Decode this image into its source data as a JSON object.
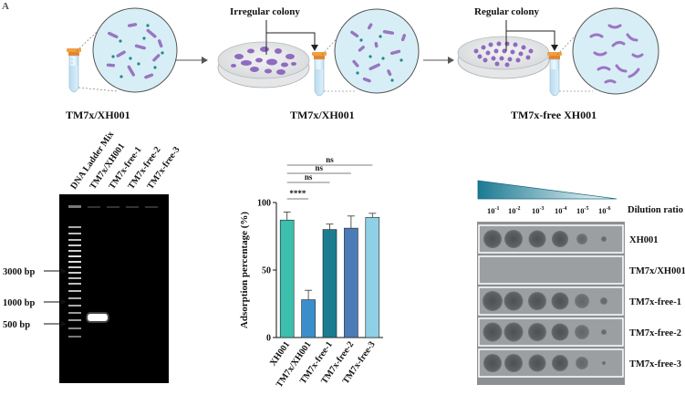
{
  "panels": {
    "a": {
      "letter": "A",
      "labels": [
        "TM7x/XH001",
        "TM7x/XH001",
        "TM7x-free XH001"
      ],
      "callouts": [
        "Irregular colony",
        "Regular colony"
      ]
    },
    "gel": {
      "lanes": [
        "DNA Ladder Mix",
        "TM7x/XH001",
        "TM7x-free-1",
        "TM7x-free-2",
        "TM7x-free-3"
      ],
      "markers": [
        "3000 bp",
        "1000 bp",
        "500 bp"
      ]
    },
    "adsorption": {
      "significance": [
        "****",
        "ns",
        "ns",
        "ns"
      ]
    },
    "spot": {
      "dilution_title": "Dilution ratio",
      "dilutions": [
        {
          "base": "10",
          "exp": "-1"
        },
        {
          "base": "10",
          "exp": "-2"
        },
        {
          "base": "10",
          "exp": "-3"
        },
        {
          "base": "10",
          "exp": "-4"
        },
        {
          "base": "10",
          "exp": "-5"
        },
        {
          "base": "10",
          "exp": "-6"
        }
      ],
      "rows": [
        "XH001",
        "TM7x/XH001",
        "TM7x-free-1",
        "TM7x-free-2",
        "TM7x-free-3"
      ],
      "colors": {
        "gradient_dark": "#1a7a92",
        "gradient_light": "#ffffff"
      }
    }
  },
  "chart_data": {
    "type": "bar",
    "categories": [
      "XH001",
      "TM7x/XH001",
      "TM7x-free-1",
      "TM7x-free-2",
      "TM7x-free-3"
    ],
    "values": [
      87,
      28,
      80,
      81,
      89
    ],
    "errors": [
      6,
      7,
      4,
      9,
      3
    ],
    "colors": [
      "#3dbfad",
      "#3a8fcb",
      "#1b7c8f",
      "#4c7cb8",
      "#8fd0e6"
    ],
    "ylabel": "Adsorption  percentage (%)",
    "ylim": [
      0,
      100
    ],
    "yticks": [
      0,
      50,
      100
    ],
    "grid": false
  }
}
